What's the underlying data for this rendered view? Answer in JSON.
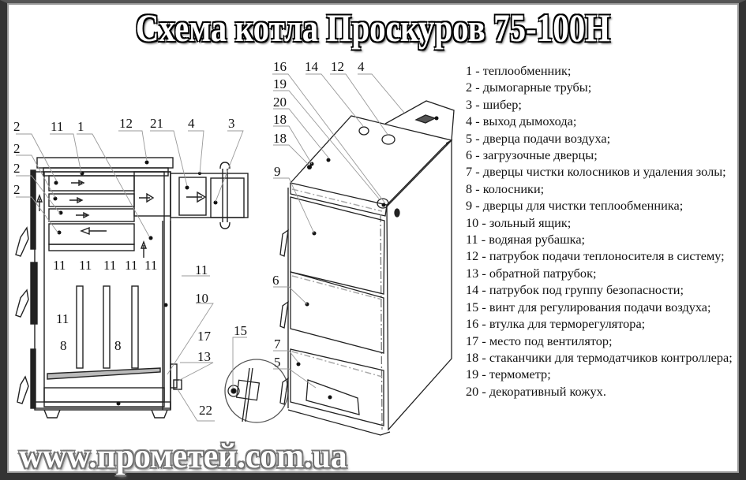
{
  "title": "Схема котла Проскуров 75-100Н",
  "website": "www.прометей.com.ua",
  "colors": {
    "frame": "#333333",
    "background": "#ffffff",
    "text": "#111111",
    "leader": "#999999"
  },
  "section_diagram": {
    "labels": {
      "l2a": "2",
      "l2b": "2",
      "l2c": "2",
      "l2d": "2",
      "l11_top": "11",
      "l1": "1",
      "l12": "12",
      "l21": "21",
      "l4": "4",
      "l3": "3",
      "l11_r1": "11",
      "l11_r2": "11",
      "l11_r3": "11",
      "l11_r4": "11",
      "l11_r5": "11",
      "l11_right": "11",
      "l10": "10",
      "l11_left": "11",
      "l8a": "8",
      "l8b": "8",
      "l17": "17",
      "l13": "13",
      "l22": "22"
    }
  },
  "detail_view": {
    "label": "15"
  },
  "iso_diagram": {
    "labels": {
      "l16": "16",
      "l14": "14",
      "l12": "12",
      "l4": "4",
      "l19": "19",
      "l20": "20",
      "l18a": "18",
      "l18b": "18",
      "l9": "9",
      "l6": "6",
      "l7": "7",
      "l5": "5"
    }
  },
  "legend": {
    "items": [
      "1 - теплообменник;",
      "2 - дымогарные трубы;",
      "3 - шибер;",
      "4 - выход дымохода;",
      "5 - дверца подачи воздуха;",
      "6 - загрузочные дверцы;",
      "7 - дверцы чистки колосников и удаления золы;",
      "8 - колосники;",
      "9 - дверцы для чистки теплообменника;",
      "10 - зольный ящик;",
      "11 - водяная рубашка;",
      "12 - патрубок подачи теплоносителя в систему;",
      "13 - обратной патрубок;",
      "14 - патрубок под группу безопасности;",
      "15 - винт для регулирования подачи воздуха;",
      "16 - втулка для терморегулятора;",
      "17 - место под вентилятор;",
      "18 - стаканчики для термодатчиков контроллера;",
      "19 - термометр;",
      "20 - декоративный кожух."
    ]
  }
}
